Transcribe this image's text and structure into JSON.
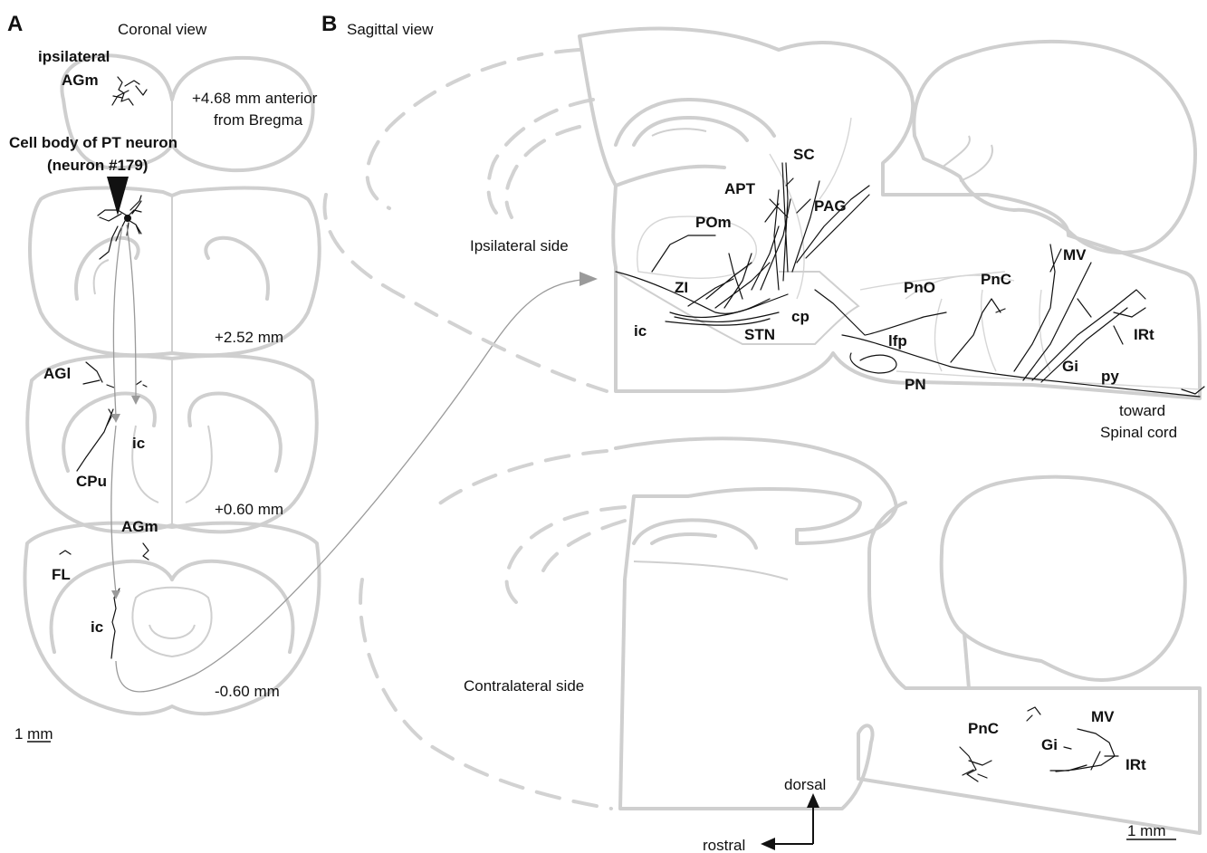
{
  "panels": {
    "a_letter": "A",
    "a_title": "Coronal view",
    "b_letter": "B",
    "b_title": "Sagittal view"
  },
  "coronal": {
    "ipsilateral": "ipsilateral",
    "agm_top": "AGm",
    "anterior_line1": "+4.68 mm anterior",
    "anterior_line2": "from Bregma",
    "cell_body_line1": "Cell body of PT neuron",
    "cell_body_line2": "(neuron #179)",
    "level2": "+2.52 mm",
    "agl": "AGl",
    "ic1": "ic",
    "cpu": "CPu",
    "level3": "+0.60 mm",
    "agm_low": "AGm",
    "fl": "FL",
    "ic2": "ic",
    "level4": "-0.60 mm",
    "scale": "1 mm"
  },
  "sagittal_ipsi": {
    "side": "Ipsilateral side",
    "sc": "SC",
    "apt": "APT",
    "pag": "PAG",
    "pom": "POm",
    "zi": "ZI",
    "ic": "ic",
    "stn": "STN",
    "cp": "cp",
    "pno": "PnO",
    "pnc": "PnC",
    "mv": "MV",
    "irt": "IRt",
    "ifp": "lfp",
    "gi": "Gi",
    "py": "py",
    "pn": "PN",
    "toward1": "toward",
    "toward2": "Spinal cord"
  },
  "sagittal_contra": {
    "side": "Contralateral side",
    "pnc": "PnC",
    "mv": "MV",
    "gi": "Gi",
    "irt": "IRt"
  },
  "orientation": {
    "dorsal": "dorsal",
    "rostral": "rostral"
  },
  "scale_b": "1 mm"
}
